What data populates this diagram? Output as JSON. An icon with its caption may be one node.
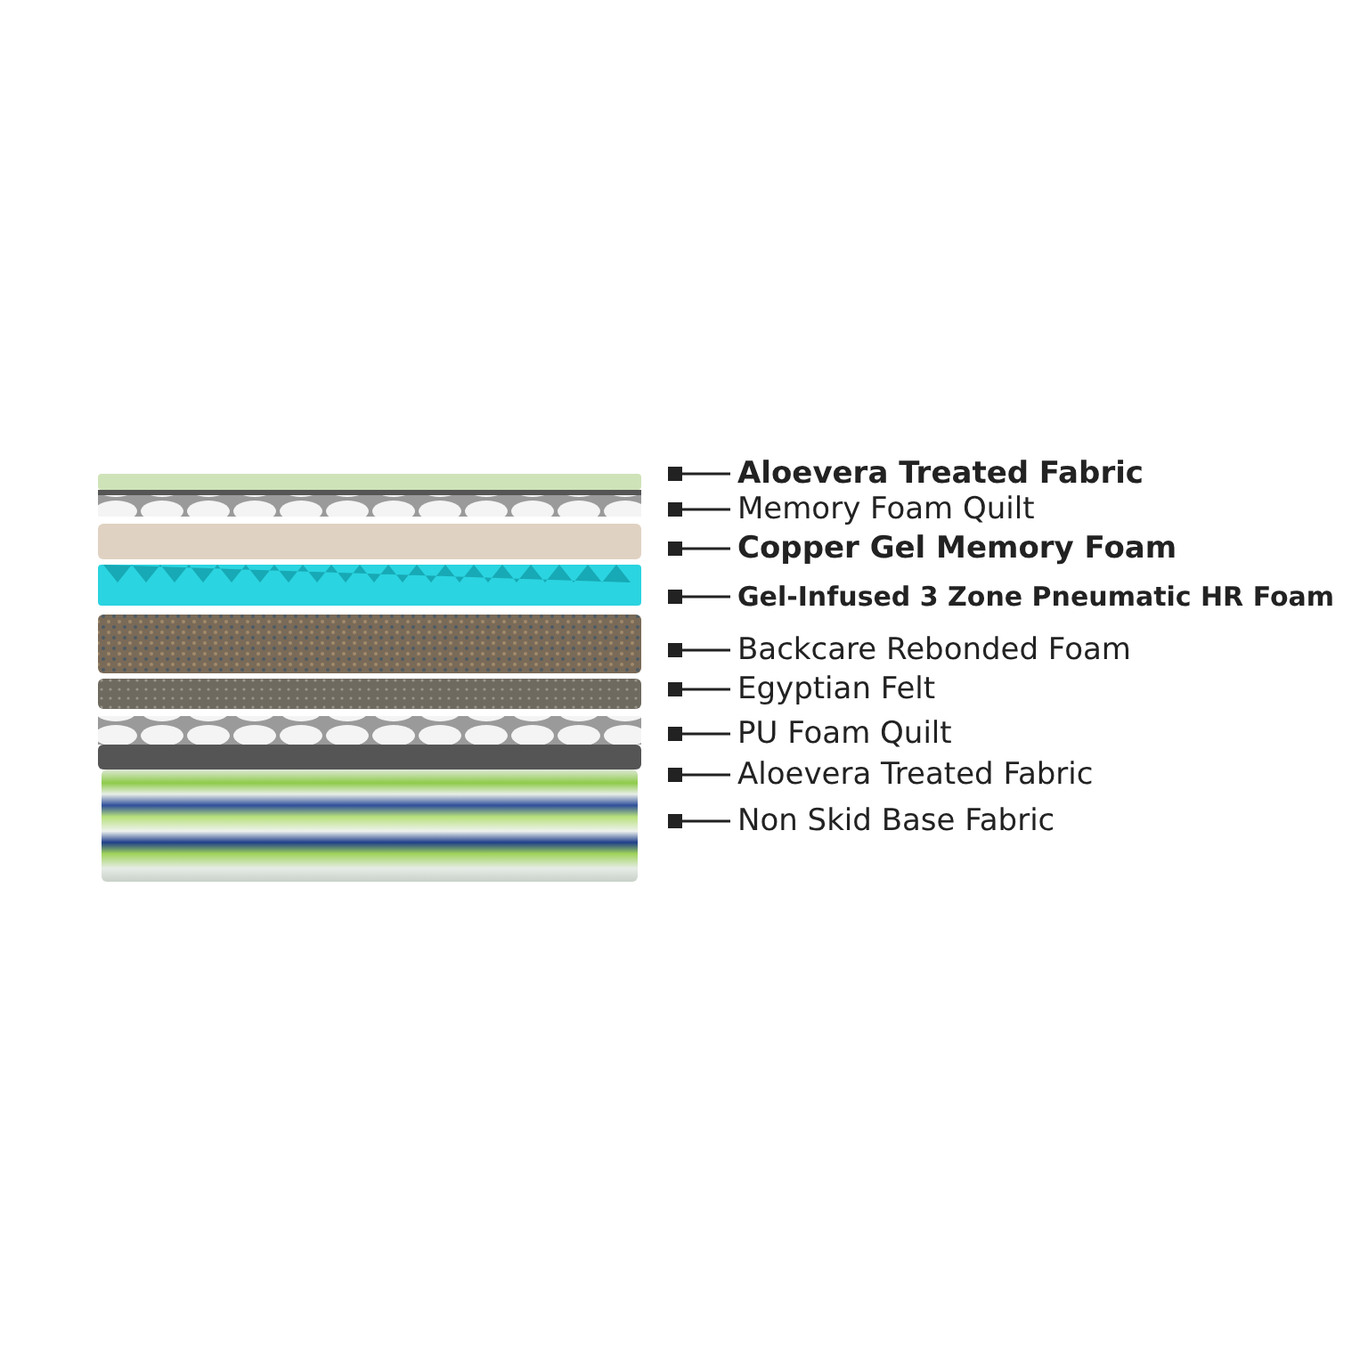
{
  "diagram": {
    "labels": [
      "Aloevera Treated Fabric",
      "Memory Foam Quilt",
      "Copper Gel Memory Foam",
      "Gel-Infused 3 Zone Pneumatic HR Foam",
      "Backcare Rebonded Foam",
      "Egyptian Felt",
      "PU Foam Quilt",
      "Aloevera Treated Fabric",
      "Non Skid Base Fabric"
    ]
  }
}
